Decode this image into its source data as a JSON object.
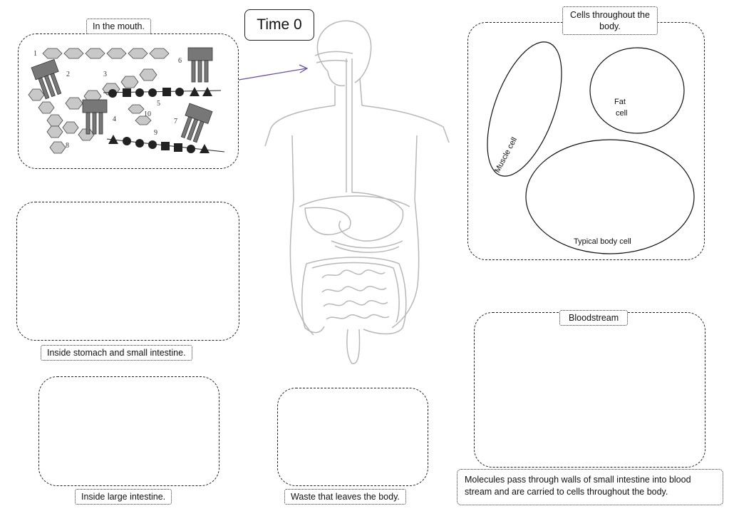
{
  "title_label": "Time 0",
  "boxes": {
    "mouth": {
      "label": "In the mouth."
    },
    "stomach": {
      "label": "Inside stomach and small intestine."
    },
    "large_intestine": {
      "label": "Inside large intestine."
    },
    "waste": {
      "label": "Waste that leaves the body."
    },
    "cells": {
      "label": "Cells throughout the body."
    },
    "bloodstream": {
      "label": "Bloodstream"
    }
  },
  "cells": {
    "muscle": "Muscle cell",
    "fat_line1": "Fat",
    "fat_line2": "cell",
    "typical": "Typical  body cell"
  },
  "note": "Molecules pass through walls of small intestine into blood stream and are carried to cells throughout the body.",
  "molecule_numbers": [
    "1",
    "2",
    "3",
    "4",
    "5",
    "6",
    "7",
    "8",
    "9",
    "10"
  ],
  "colors": {
    "arrow": "#6b4fa3",
    "body_outline": "#b8b8b8",
    "molecule_fill": "#c8c8c8",
    "protein_fill": "#222222"
  }
}
